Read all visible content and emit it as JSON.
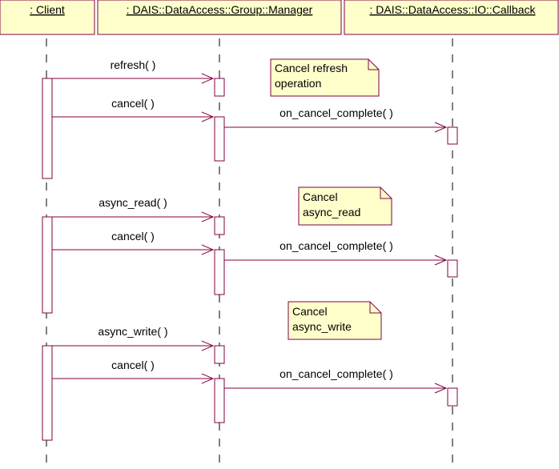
{
  "colors": {
    "header_fill": "#ffffcc",
    "note_fill": "#ffffcc",
    "outline": "#800040",
    "text": "#000000"
  },
  "lifelines": {
    "client": ": Client",
    "manager": ": DAIS::DataAccess::Group::Manager",
    "callback": ": DAIS::DataAccess::IO::Callback"
  },
  "notes": {
    "note1": [
      "Cancel refresh",
      "operation"
    ],
    "note2": [
      "Cancel",
      "async_read"
    ],
    "note3": [
      "Cancel",
      "async_write"
    ]
  },
  "messages": {
    "m1": "refresh( )",
    "m2": "cancel( )",
    "m3": "on_cancel_complete( )",
    "m4": "async_read( )",
    "m5": "cancel( )",
    "m6": "on_cancel_complete( )",
    "m7": "async_write( )",
    "m8": "cancel( )",
    "m9": "on_cancel_complete( )"
  }
}
